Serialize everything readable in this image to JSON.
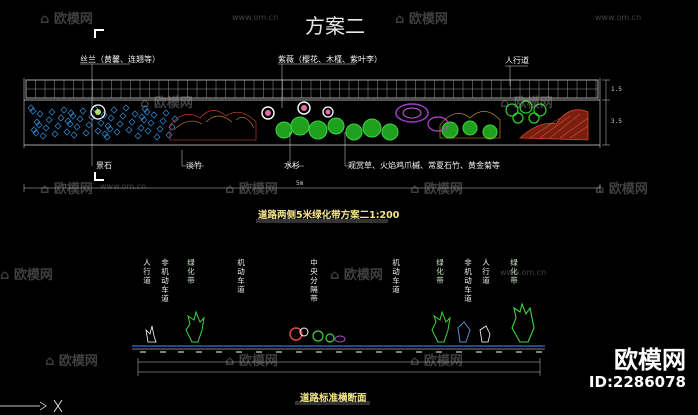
{
  "plan": {
    "title": "方案二",
    "caption": "道路两侧5米绿化带方案二1:200",
    "labels": {
      "top_left": "丝兰（黄馨、连翘等）",
      "top_mid": "紫薇（樱花、木槿、紫叶李）",
      "top_right": "人行道",
      "bot_stone": "景石",
      "bot_bamboo": "淡竹",
      "bot_fir": "水杉",
      "bot_right": "观赏草、火焰鸡爪槭、常夏石竹、黄金菊等",
      "dim_total": "5m",
      "dim_a": "1.5",
      "dim_b": "3.5"
    }
  },
  "section": {
    "caption": "道路标准横断面",
    "vertical_labels": [
      "人行道",
      "非机动车道",
      "绿化带",
      "机动车道",
      "中央分隔带",
      "机动车道",
      "绿化带",
      "非机动车道",
      "人行道",
      "绿化带"
    ]
  },
  "watermarks": {
    "brand_text": "欧模网",
    "url_text": "www.om.cn",
    "id_text": "ID:2286078"
  },
  "colors": {
    "lines": "#ffffff",
    "hatch_red": "#d8472c",
    "green": "#2fbf2f",
    "blue": "#1f6fb0",
    "purple": "#a03cc8",
    "caption": "#f5e68c"
  }
}
